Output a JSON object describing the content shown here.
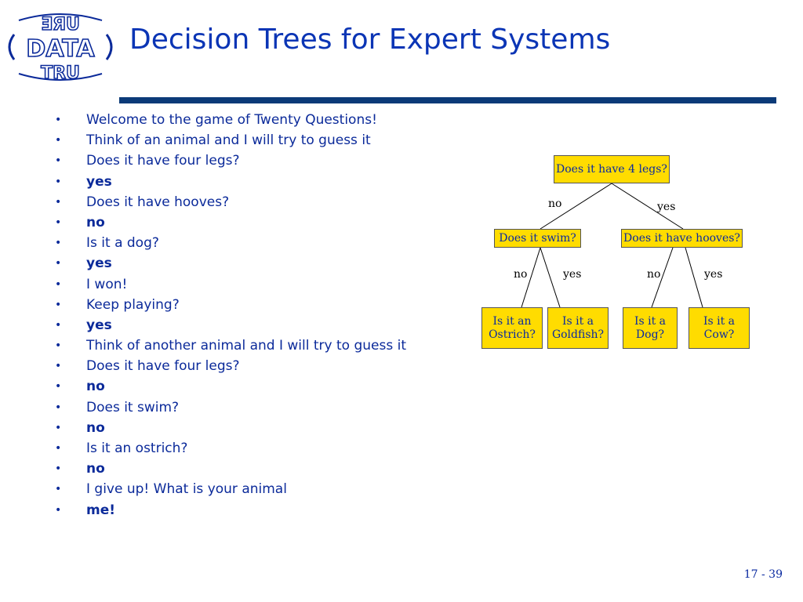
{
  "slide": {
    "logo": {
      "top": "ƎЯU",
      "middle": "DATA",
      "bottom": "TRU"
    },
    "title": "Decision Trees for Expert Systems",
    "footer": "17 - 39"
  },
  "bullets": [
    {
      "text": "Welcome to the game of Twenty Questions!",
      "bold": false
    },
    {
      "text": "Think of an animal and I will try to guess it",
      "bold": false
    },
    {
      "text": "Does it have four legs?",
      "bold": false
    },
    {
      "text": "yes",
      "bold": true
    },
    {
      "text": "Does it have hooves?",
      "bold": false
    },
    {
      "text": "no",
      "bold": true
    },
    {
      "text": "Is it a dog?",
      "bold": false
    },
    {
      "text": "yes",
      "bold": true
    },
    {
      "text": "I won!",
      "bold": false
    },
    {
      "text": "Keep playing?",
      "bold": false
    },
    {
      "text": "yes",
      "bold": true
    },
    {
      "text": "Think of another animal and I will try to guess it",
      "bold": false
    },
    {
      "text": "Does it have four legs?",
      "bold": false
    },
    {
      "text": "no",
      "bold": true
    },
    {
      "text": "Does it swim?",
      "bold": false
    },
    {
      "text": "no",
      "bold": true
    },
    {
      "text": "Is it an ostrich?",
      "bold": false
    },
    {
      "text": "no",
      "bold": true
    },
    {
      "text": "I give up! What is your animal",
      "bold": false
    },
    {
      "text": "me!",
      "bold": true
    }
  ],
  "bullet_glyph": "•",
  "tree": {
    "root": "Does it have 4 legs?",
    "left": "Does it swim?",
    "right": "Does it have hooves?",
    "leaves": [
      "Is it an\nOstrich?",
      "Is it a\nGoldfish?",
      "Is it a\nDog?",
      "Is it a\nCow?"
    ],
    "labels": {
      "root_left": "no",
      "root_right": "yes",
      "left_left": "no",
      "left_right": "yes",
      "right_left": "no",
      "right_right": "yes"
    },
    "colors": {
      "node_fill": "#ffdc00",
      "node_text": "#0a2aa0"
    }
  },
  "colors": {
    "title": "#0b35b5",
    "rule": "#0b3a78",
    "text": "#0b2a9a"
  }
}
